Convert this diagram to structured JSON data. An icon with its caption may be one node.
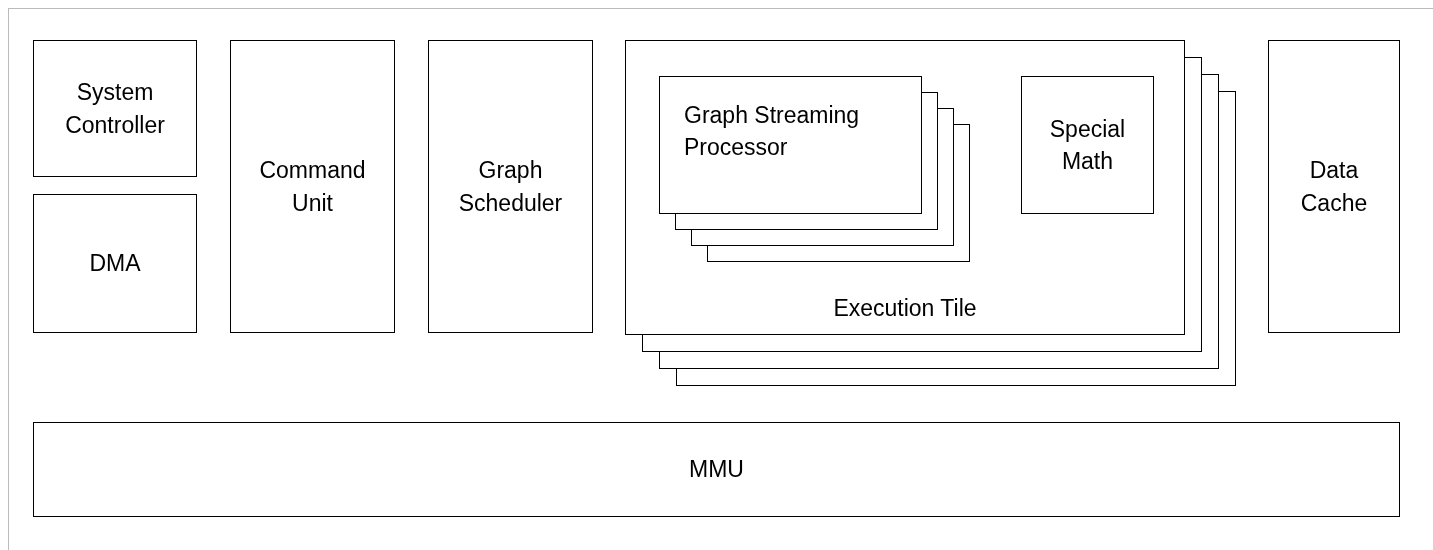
{
  "diagram": {
    "nodes": [
      {
        "text": [
          "System Controller"
        ]
      },
      {
        "text": [
          "DMA"
        ]
      },
      {
        "text": [
          "Command Unit"
        ]
      },
      {
        "text": [
          "Graph Scheduler"
        ]
      },
      {
        "text": [
          "Execution Tile"
        ]
      },
      {
        "text": [
          "Graph Streaming Processor"
        ],
        "in": 4
      },
      {
        "text": [
          "Special Math"
        ],
        "in": 4
      },
      {
        "text": [
          "Data Cache"
        ]
      },
      {
        "text": [
          "MMU"
        ]
      }
    ]
  }
}
